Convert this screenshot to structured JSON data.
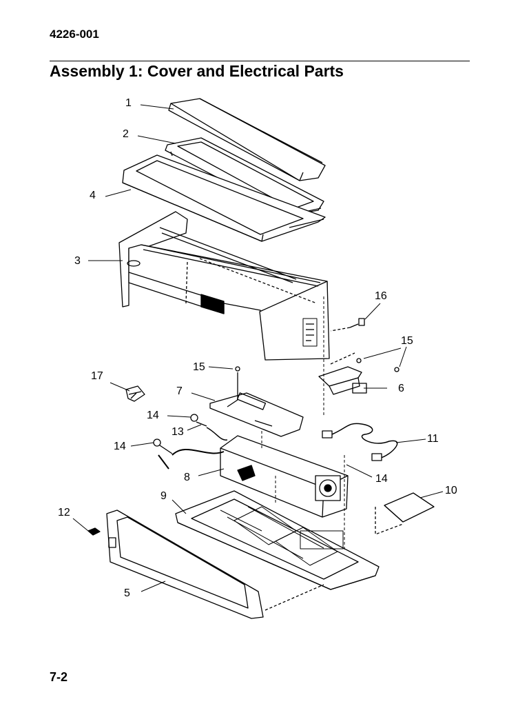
{
  "header": {
    "doc_number": "4226-001",
    "title": "Assembly 1: Cover and Electrical Parts"
  },
  "diagram": {
    "callouts": {
      "c1": "1",
      "c2": "2",
      "c4": "4",
      "c3": "3",
      "c16": "16",
      "c15a": "15",
      "c15b": "15",
      "c17": "17",
      "c7": "7",
      "c6": "6",
      "c14a": "14",
      "c13": "13",
      "c14b": "14",
      "c11": "11",
      "c8": "8",
      "c14c": "14",
      "c10": "10",
      "c9": "9",
      "c12": "12",
      "c5": "5"
    }
  },
  "footer": {
    "page_number": "7-2"
  }
}
